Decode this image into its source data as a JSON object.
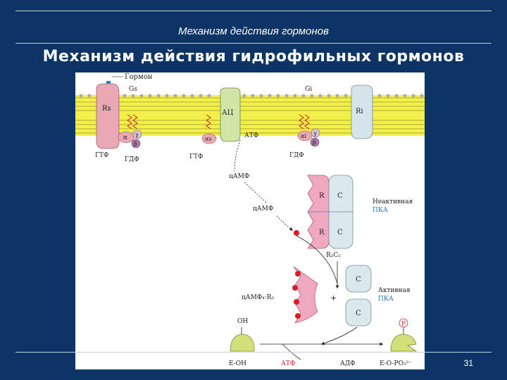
{
  "slide": {
    "subtitle": "Механизм действия гормонов",
    "title": "Механизм действия гидрофильных гормонов",
    "page_number": "31"
  },
  "diagram": {
    "hormone": "Гормон",
    "gs": "Gs",
    "gi": "Gi",
    "rs": "Rs",
    "ri": "Ri",
    "ac": "АЦ",
    "atp_top": "АТФ",
    "alpha": "α",
    "alpha_s": "αs",
    "alpha_i": "αi",
    "beta": "β",
    "gamma": "γ",
    "gtp_left": "ГТФ",
    "gdp_left": "ГДФ",
    "gtp_mid": "ГТФ",
    "gdp_right": "ГДФ",
    "camp_1": "цАМФ",
    "camp_2": "цАМФ",
    "r": "R",
    "c": "C",
    "inactive_1": "Неактивная",
    "inactive_2": "ПКА",
    "r2c2": "R₂C₂",
    "camp_r": "цАМФ₄·R₂",
    "plus": "+",
    "active_1": "Активная",
    "active_2": "ПКА",
    "oh": "OH",
    "p": "P",
    "e_oh": "E-OH",
    "atp_bottom": "АТФ",
    "adp": "АДФ",
    "e_o_po": "E-O-PO₃²⁻",
    "colors": {
      "membrane": "#f2f04a",
      "receptor": "#e8a8b4",
      "ac": "#cfe6a8",
      "ri": "#d6e4ec",
      "camp_dot": "#d81e24",
      "pka_r": "#f0a8c0",
      "pka_c": "#dbe8ec",
      "substrate": "#d2e07a",
      "red_text": "#d81e24",
      "blue_text": "#2474c0"
    }
  }
}
